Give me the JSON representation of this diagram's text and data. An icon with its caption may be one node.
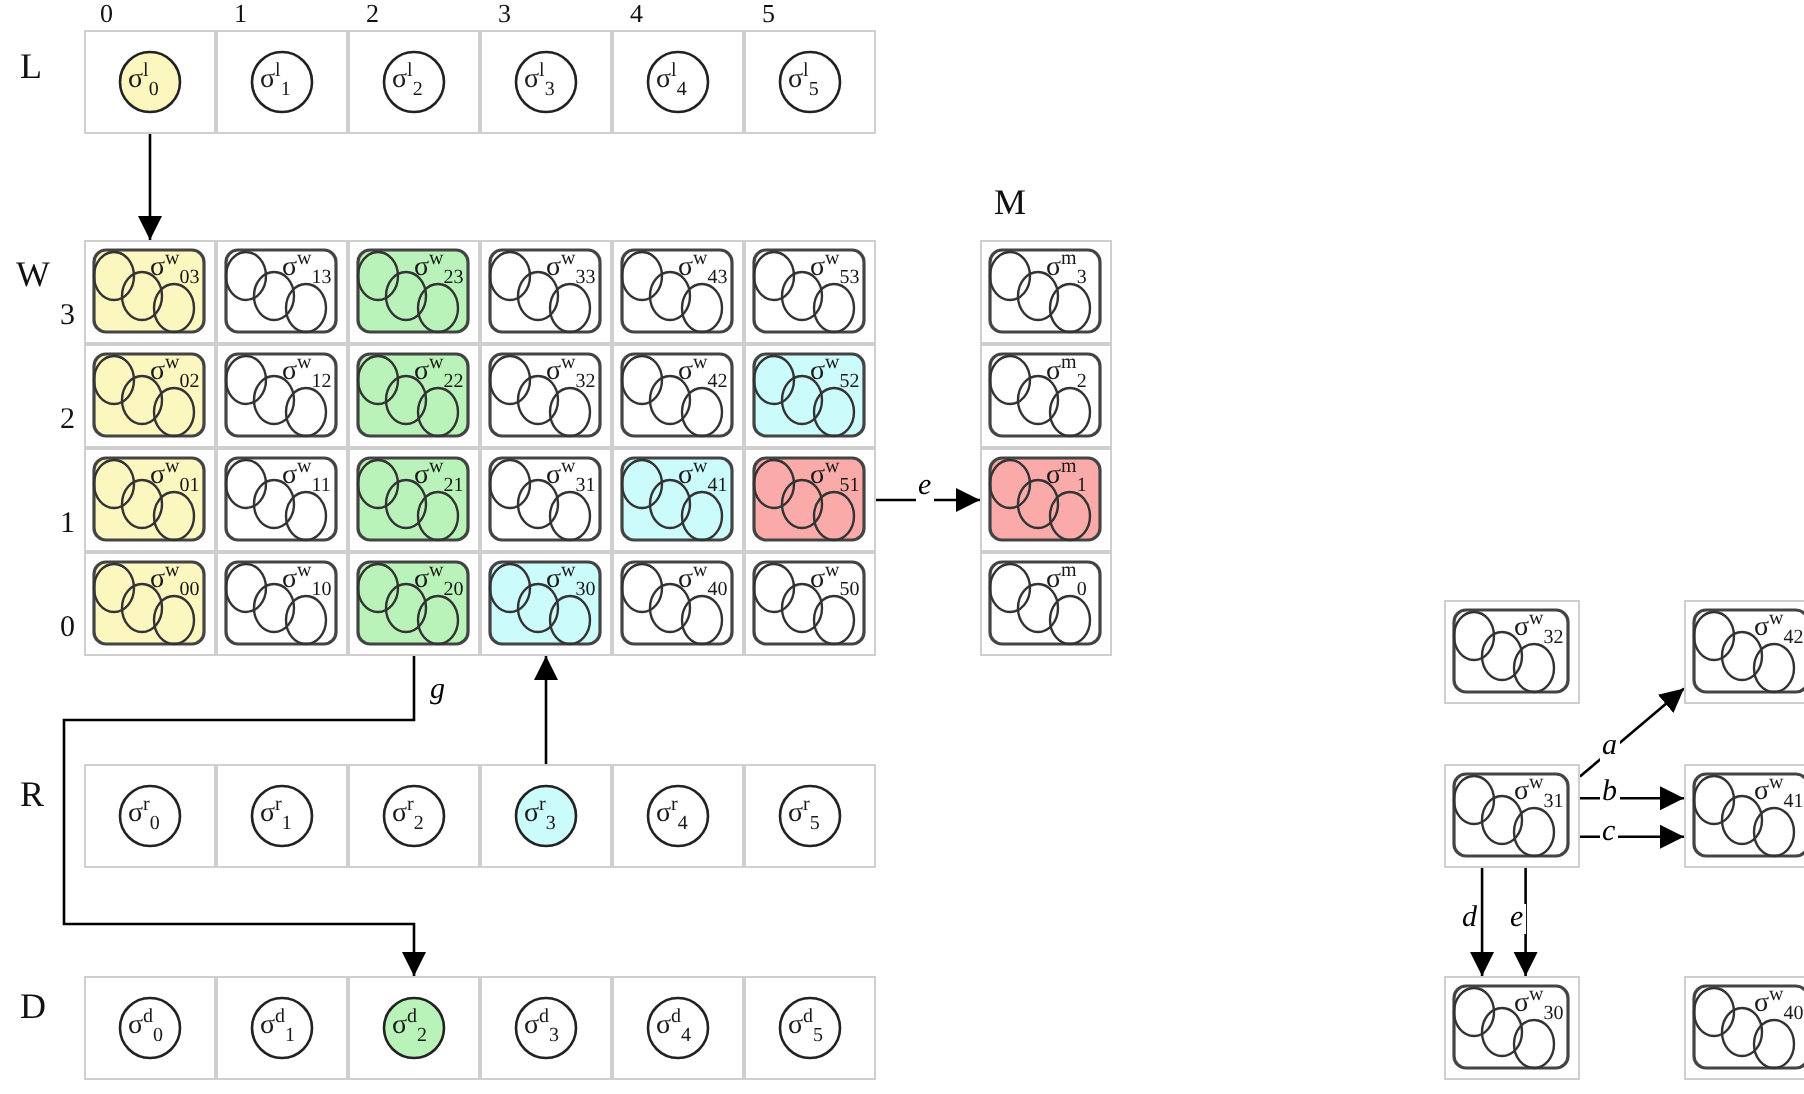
{
  "diagram": {
    "nodes": [
      {
        "text": [
          "σ$^{l}$$_{0}$"
        ]
      },
      {
        "text": [
          "σ$^{l}$$_{1}$"
        ]
      },
      {
        "text": [
          "σ$^{l}$$_{2}$"
        ]
      },
      {
        "text": [
          "σ$^{l}$$_{3}$"
        ]
      },
      {
        "text": [
          "σ$^{l}$$_{4}$"
        ]
      },
      {
        "text": [
          "σ$^{l}$$_{5}$"
        ]
      },
      {
        "text": [
          "σ$^{w}$$_{03}$"
        ]
      },
      {
        "text": [
          "σ$^{w}$$_{13}$"
        ]
      },
      {
        "text": [
          "σ$^{w}$$_{23}$"
        ]
      },
      {
        "text": [
          "σ$^{w}$$_{33}$"
        ]
      },
      {
        "text": [
          "σ$^{w}$$_{43}$"
        ]
      },
      {
        "text": [
          "σ$^{w}$$_{53}$"
        ]
      },
      {
        "text": [
          "σ$^{w}$$_{02}$"
        ]
      },
      {
        "text": [
          "σ$^{w}$$_{12}$"
        ]
      },
      {
        "text": [
          "σ$^{w}$$_{22}$"
        ]
      },
      {
        "text": [
          "σ$^{w}$$_{32}$"
        ]
      },
      {
        "text": [
          "σ$^{w}$$_{42}$"
        ]
      },
      {
        "text": [
          "σ$^{w}$$_{52}$"
        ]
      },
      {
        "text": [
          "σ$^{w}$$_{01}$"
        ]
      },
      {
        "text": [
          "σ$^{w}$$_{11}$"
        ]
      },
      {
        "text": [
          "σ$^{w}$$_{21}$"
        ]
      },
      {
        "text": [
          "σ$^{w}$$_{31}$"
        ]
      },
      {
        "text": [
          "σ$^{w}$$_{41}$"
        ]
      },
      {
        "text": [
          "σ$^{w}$$_{51}$"
        ]
      },
      {
        "text": [
          "σ$^{w}$$_{00}$"
        ]
      },
      {
        "text": [
          "σ$^{w}$$_{10}$"
        ]
      },
      {
        "text": [
          "σ$^{w}$$_{20}$"
        ]
      },
      {
        "text": [
          "σ$^{w}$$_{30}$"
        ]
      },
      {
        "text": [
          "σ$^{w}$$_{40}$"
        ]
      },
      {
        "text": [
          "σ$^{w}$$_{50}$"
        ]
      },
      {
        "text": [
          "σ$^{m}$$_{3}$"
        ]
      },
      {
        "text": [
          "σ$^{m}$$_{2}$"
        ]
      },
      {
        "text": [
          "σ$^{m}$$_{1}$"
        ]
      },
      {
        "text": [
          "σ$^{m}$$_{0}$"
        ]
      },
      {
        "text": [
          "σ$^{r}$$_{0}$"
        ]
      },
      {
        "text": [
          "σ$^{r}$$_{1}$"
        ]
      },
      {
        "text": [
          "σ$^{r}$$_{2}$"
        ]
      },
      {
        "text": [
          "σ$^{r}$$_{3}$"
        ]
      },
      {
        "text": [
          "σ$^{r}$$_{4}$"
        ]
      },
      {
        "text": [
          "σ$^{r}$$_{5}$"
        ]
      },
      {
        "text": [
          "σ$^{d}$$_{0}$"
        ]
      },
      {
        "text": [
          "σ$^{d}$$_{1}$"
        ]
      },
      {
        "text": [
          "σ$^{d}$$_{2}$"
        ]
      },
      {
        "text": [
          "σ$^{d}$$_{3}$"
        ]
      },
      {
        "text": [
          "σ$^{d}$$_{4}$"
        ]
      },
      {
        "text": [
          "σ$^{d}$$_{5}$"
        ]
      },
      {
        "text": [
          "σ$^{w}$$_{32}$"
        ]
      },
      {
        "text": [
          "σ$^{w}$$_{42}$"
        ]
      },
      {
        "text": [
          "σ$^{w}$$_{31}$"
        ]
      },
      {
        "text": [
          "σ$^{w}$$_{41}$"
        ]
      },
      {
        "text": [
          "σ$^{w}$$_{30}$"
        ]
      },
      {
        "text": [
          "σ$^{w}$$_{40}$"
        ]
      }
    ],
    "edges": [
      {
        "from": 0,
        "to": 6,
        "arrow": "to"
      },
      {
        "from": 23,
        "to": 32,
        "arrow": "to",
        "label": "e"
      },
      {
        "from": 26,
        "to": 42,
        "arrow": "to",
        "label": "g"
      },
      {
        "from": 37,
        "to": 27,
        "arrow": "to"
      },
      {
        "from": 48,
        "to": 47,
        "arrow": "to",
        "label": "a"
      },
      {
        "from": 48,
        "to": 49,
        "arrow": "to",
        "label": "b"
      },
      {
        "from": 48,
        "to": 49,
        "arrow": "to",
        "label": "c"
      },
      {
        "from": 48,
        "to": 50,
        "arrow": "to",
        "label": "d"
      },
      {
        "from": 48,
        "to": 50,
        "arrow": "to",
        "label": "e"
      }
    ],
    "labels": [
      "0",
      "1",
      "2",
      "3",
      "4",
      "5",
      "L",
      "M",
      "W",
      "3",
      "2",
      "1",
      "0",
      "R",
      "D"
    ]
  }
}
